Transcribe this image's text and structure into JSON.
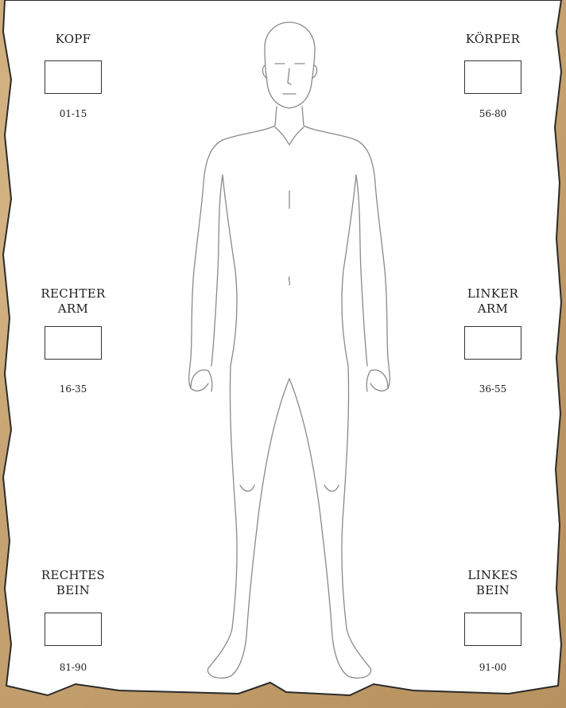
{
  "zones": {
    "head": {
      "label": "KOPF",
      "range": "01-15"
    },
    "body": {
      "label": "KÖRPER",
      "range": "56-80"
    },
    "right_arm": {
      "label_line1": "RECHTER",
      "label_line2": "ARM",
      "range": "16-35"
    },
    "left_arm": {
      "label_line1": "LINKER",
      "label_line2": "ARM",
      "range": "36-55"
    },
    "right_leg": {
      "label_line1": "RECHTES",
      "label_line2": "BEIN",
      "range": "81-90"
    },
    "left_leg": {
      "label_line1": "LINKES",
      "label_line2": "BEIN",
      "range": "91-00"
    }
  },
  "colors": {
    "parchment": "#c9a877",
    "sheet": "#ffffff",
    "ink": "#1d1d1d",
    "figure_line": "#8a8a8a"
  },
  "icons": {
    "figure": "human-body-outline-icon"
  }
}
